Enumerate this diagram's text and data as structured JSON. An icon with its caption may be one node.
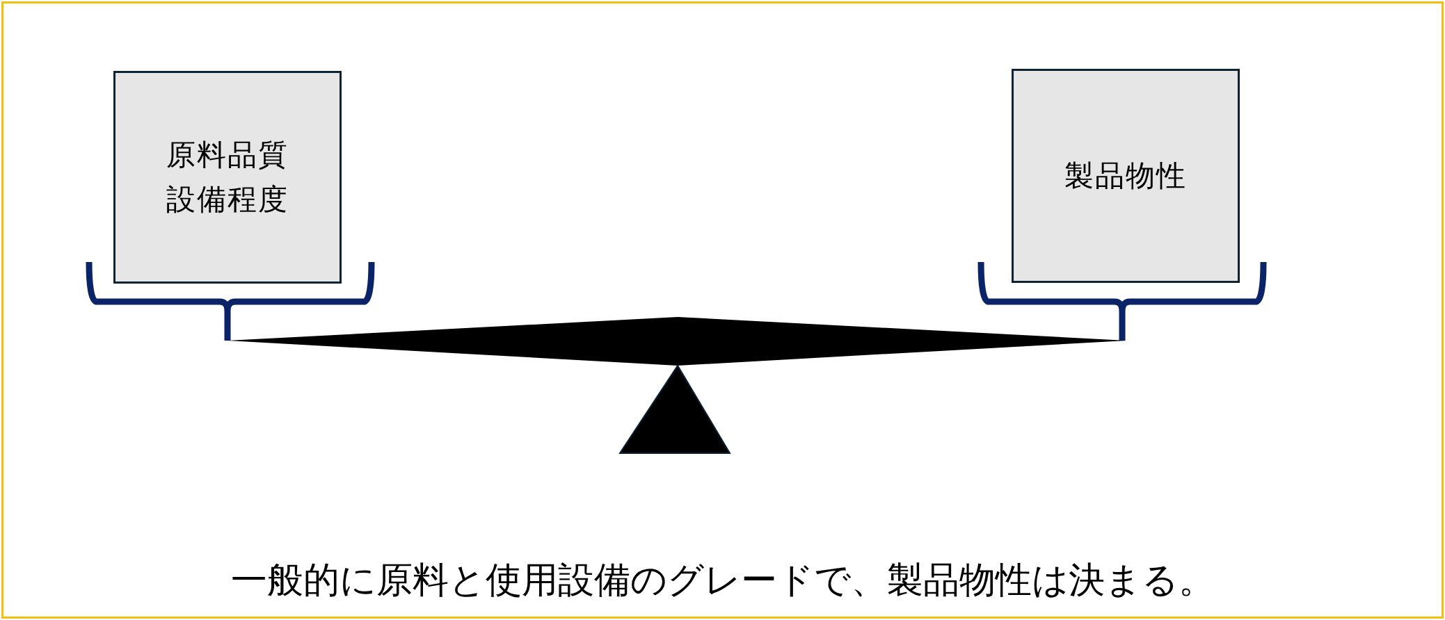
{
  "diagram": {
    "caption": "一般的に原料と使用設備のグレードで、製品物性は決まる。",
    "nodes": [
      {
        "text": [
          "原料品質",
          "設備程度"
        ]
      },
      {
        "text": [
          "製品物性"
        ]
      }
    ]
  }
}
